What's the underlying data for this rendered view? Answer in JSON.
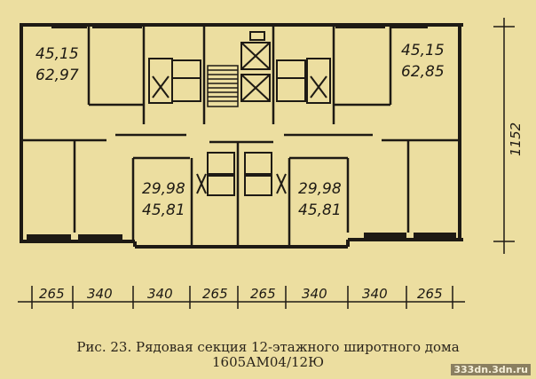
{
  "apartments": [
    {
      "id": "top-left",
      "living_area": "45,15",
      "total_area": "62,97"
    },
    {
      "id": "top-right",
      "living_area": "45,15",
      "total_area": "62,85"
    },
    {
      "id": "bottom-left",
      "living_area": "29,98",
      "total_area": "45,81"
    },
    {
      "id": "bottom-right",
      "living_area": "29,98",
      "total_area": "45,81"
    }
  ],
  "dimensions": {
    "bays": [
      "265",
      "340",
      "340",
      "265",
      "265",
      "340",
      "340",
      "265"
    ],
    "depth": "1152"
  },
  "caption": {
    "line1": "Рис. 23. Рядовая секция 12-этажного широтного дома",
    "line2": "1605АМ04/12Ю"
  },
  "watermark": "333dn.3dn.ru",
  "colors": {
    "paper": "#ecdea0",
    "ink": "#1e1a14"
  }
}
